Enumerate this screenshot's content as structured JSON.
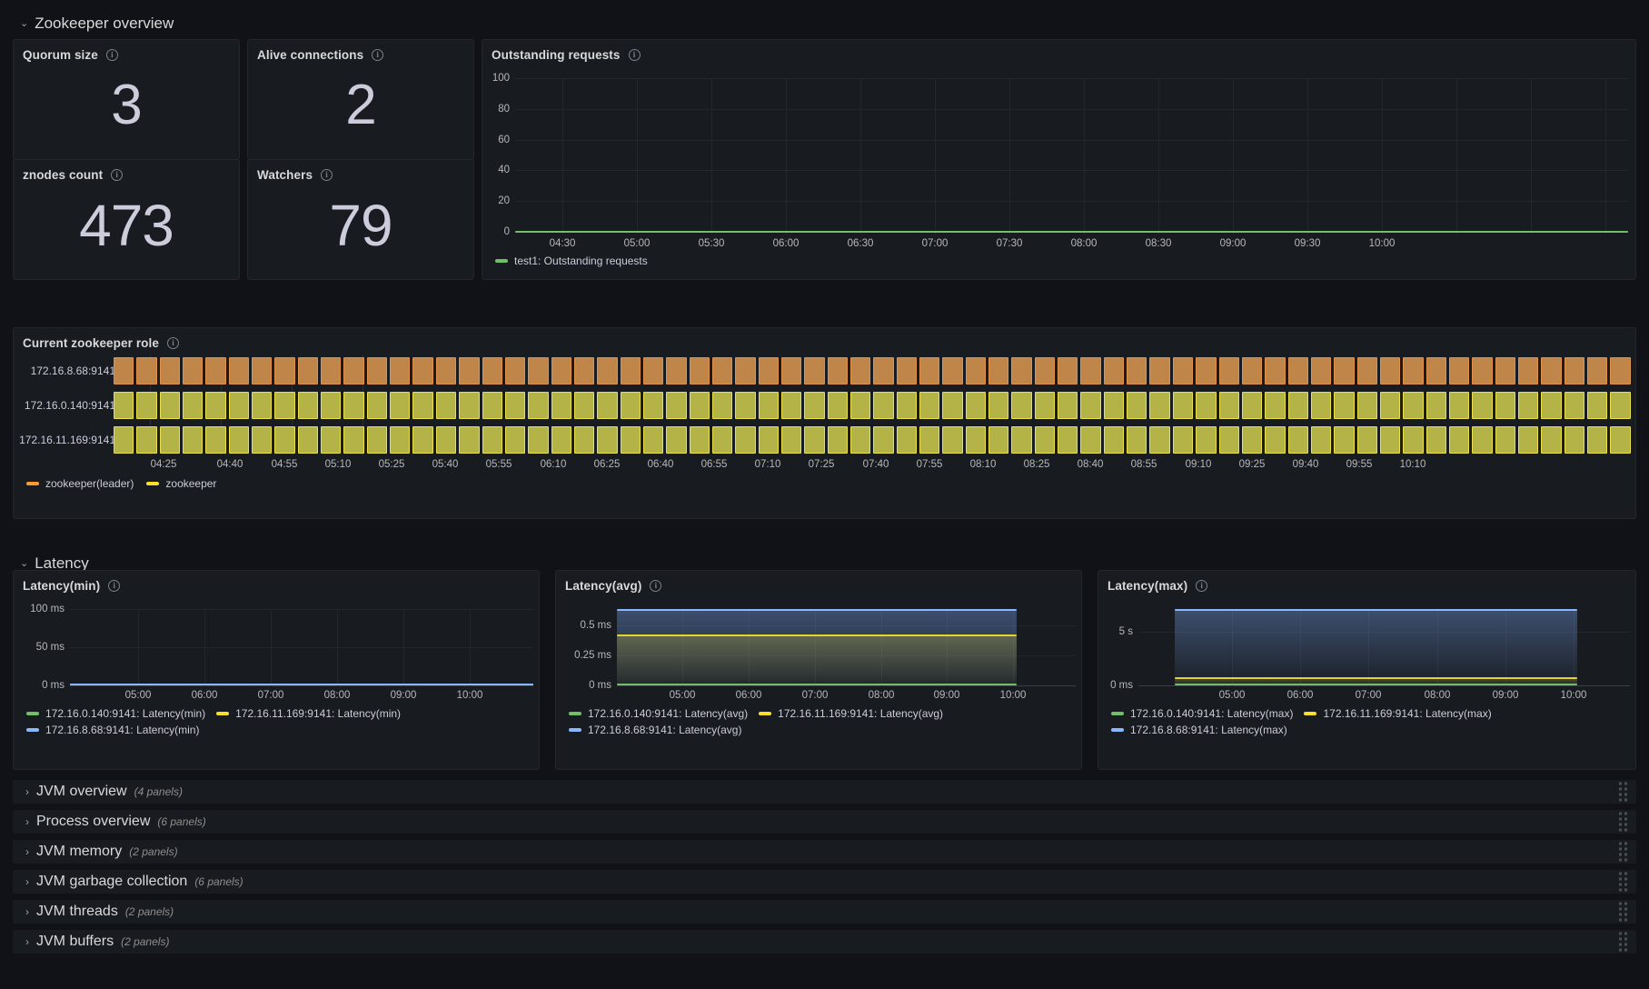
{
  "rows": {
    "zookeeper_overview": {
      "title": "Zookeeper overview",
      "chevron": "⌄"
    },
    "latency": {
      "title": "Latency",
      "chevron": "⌄"
    }
  },
  "info_glyph": "i",
  "stats": [
    {
      "title": "Quorum size",
      "value": "3"
    },
    {
      "title": "Alive connections",
      "value": "2"
    },
    {
      "title": "znodes count",
      "value": "473"
    },
    {
      "title": "Watchers",
      "value": "79"
    }
  ],
  "outstanding": {
    "title": "Outstanding requests",
    "legend": [
      {
        "label": "test1: Outstanding requests",
        "color": "#73bf69"
      }
    ]
  },
  "zk_role": {
    "title": "Current zookeeper role",
    "legend": [
      {
        "label": "zookeeper(leader)",
        "color": "#ff9830"
      },
      {
        "label": "zookeeper",
        "color": "#fade2a"
      }
    ]
  },
  "latency_panels": [
    {
      "title": "Latency(min)",
      "legend": [
        {
          "label": "172.16.0.140:9141: Latency(min)",
          "color": "#73bf69"
        },
        {
          "label": "172.16.11.169:9141: Latency(min)",
          "color": "#fade2a"
        },
        {
          "label": "172.16.8.68:9141: Latency(min)",
          "color": "#8ab8ff"
        }
      ]
    },
    {
      "title": "Latency(avg)",
      "legend": [
        {
          "label": "172.16.0.140:9141: Latency(avg)",
          "color": "#73bf69"
        },
        {
          "label": "172.16.11.169:9141: Latency(avg)",
          "color": "#fade2a"
        },
        {
          "label": "172.16.8.68:9141: Latency(avg)",
          "color": "#8ab8ff"
        }
      ]
    },
    {
      "title": "Latency(max)",
      "legend": [
        {
          "label": "172.16.0.140:9141: Latency(max)",
          "color": "#73bf69"
        },
        {
          "label": "172.16.11.169:9141: Latency(max)",
          "color": "#fade2a"
        },
        {
          "label": "172.16.8.68:9141: Latency(max)",
          "color": "#8ab8ff"
        }
      ]
    }
  ],
  "collapsed_rows": [
    {
      "title": "JVM overview",
      "count": "(4 panels)",
      "chevron": "›"
    },
    {
      "title": "Process overview",
      "count": "(6 panels)",
      "chevron": "›"
    },
    {
      "title": "JVM memory",
      "count": "(2 panels)",
      "chevron": "›"
    },
    {
      "title": "JVM garbage collection",
      "count": "(6 panels)",
      "chevron": "›"
    },
    {
      "title": "JVM threads",
      "count": "(2 panels)",
      "chevron": "›"
    },
    {
      "title": "JVM buffers",
      "count": "(2 panels)",
      "chevron": "›"
    }
  ],
  "chart_data": [
    {
      "id": "outstanding-requests",
      "type": "line",
      "title": "Outstanding requests",
      "xlabel": "",
      "ylabel": "",
      "ylim": [
        0,
        100
      ],
      "yticks": [
        0,
        20,
        40,
        60,
        80,
        100
      ],
      "ytick_labels": [
        "0",
        "20",
        "40",
        "60",
        "80",
        "100"
      ],
      "xtick_labels": [
        "04:30",
        "05:00",
        "05:30",
        "06:00",
        "06:30",
        "07:00",
        "07:30",
        "08:00",
        "08:30",
        "09:00",
        "09:30",
        "10:00"
      ],
      "grid": true,
      "legend_position": "bottom",
      "series": [
        {
          "name": "test1: Outstanding requests",
          "color": "#73bf69",
          "constant_value": 0
        }
      ]
    },
    {
      "id": "current-zookeeper-role",
      "type": "heatmap",
      "title": "Current zookeeper role",
      "rows": [
        "172.16.8.68:9141",
        "172.16.0.140:9141",
        "172.16.11.169:9141"
      ],
      "row_states": [
        "zookeeper(leader)",
        "zookeeper",
        "zookeeper"
      ],
      "state_colors": {
        "zookeeper(leader)": "#c08548",
        "zookeeper": "#b3b348"
      },
      "state_borders": {
        "zookeeper(leader)": "#e0924a",
        "zookeeper": "#eae04a"
      },
      "cells_per_row": 66,
      "xtick_labels": [
        "04:25",
        "04:40",
        "04:55",
        "05:10",
        "05:25",
        "05:40",
        "05:55",
        "06:10",
        "06:25",
        "06:40",
        "06:55",
        "07:10",
        "07:25",
        "07:40",
        "07:55",
        "08:10",
        "08:25",
        "08:40",
        "08:55",
        "09:10",
        "09:25",
        "09:40",
        "09:55",
        "10:10"
      ],
      "legend_position": "bottom"
    },
    {
      "id": "latency-min",
      "type": "line",
      "title": "Latency(min)",
      "ylim": [
        0,
        100
      ],
      "yticks": [
        0,
        50,
        100
      ],
      "ytick_labels": [
        "0 ms",
        "50 ms",
        "100 ms"
      ],
      "xtick_labels": [
        "05:00",
        "06:00",
        "07:00",
        "08:00",
        "09:00",
        "10:00"
      ],
      "grid": true,
      "legend_position": "bottom",
      "series": [
        {
          "name": "172.16.0.140:9141: Latency(min)",
          "color": "#73bf69",
          "constant_value": 0
        },
        {
          "name": "172.16.11.169:9141: Latency(min)",
          "color": "#fade2a",
          "constant_value": 0
        },
        {
          "name": "172.16.8.68:9141: Latency(min)",
          "color": "#8ab8ff",
          "constant_value": 0
        }
      ]
    },
    {
      "id": "latency-avg",
      "type": "area",
      "title": "Latency(avg)",
      "ylim": [
        0,
        0.6
      ],
      "yticks": [
        0,
        0.25,
        0.5
      ],
      "ytick_labels": [
        "0 ms",
        "0.25 ms",
        "0.5 ms"
      ],
      "xtick_labels": [
        "05:00",
        "06:00",
        "07:00",
        "08:00",
        "09:00",
        "10:00"
      ],
      "grid": true,
      "legend_position": "bottom",
      "series": [
        {
          "name": "172.16.0.140:9141: Latency(avg)",
          "color": "#73bf69",
          "constant_value": 0
        },
        {
          "name": "172.16.11.169:9141: Latency(avg)",
          "color": "#fade2a",
          "constant_value": 0.39
        },
        {
          "name": "172.16.8.68:9141: Latency(avg)",
          "color": "#8ab8ff",
          "constant_value": 0.58
        }
      ]
    },
    {
      "id": "latency-max",
      "type": "area",
      "title": "Latency(max)",
      "ylim": [
        0,
        8.4
      ],
      "yticks": [
        0,
        5
      ],
      "ytick_labels": [
        "0 ms",
        "5 s"
      ],
      "xtick_labels": [
        "05:00",
        "06:00",
        "07:00",
        "08:00",
        "09:00",
        "10:00"
      ],
      "grid": true,
      "legend_position": "bottom",
      "series": [
        {
          "name": "172.16.0.140:9141: Latency(max)",
          "color": "#73bf69",
          "constant_value": 0
        },
        {
          "name": "172.16.11.169:9141: Latency(max)",
          "color": "#fade2a",
          "constant_value": 0.45
        },
        {
          "name": "172.16.8.68:9141: Latency(max)",
          "color": "#8ab8ff",
          "constant_value": 8.0
        }
      ]
    }
  ]
}
